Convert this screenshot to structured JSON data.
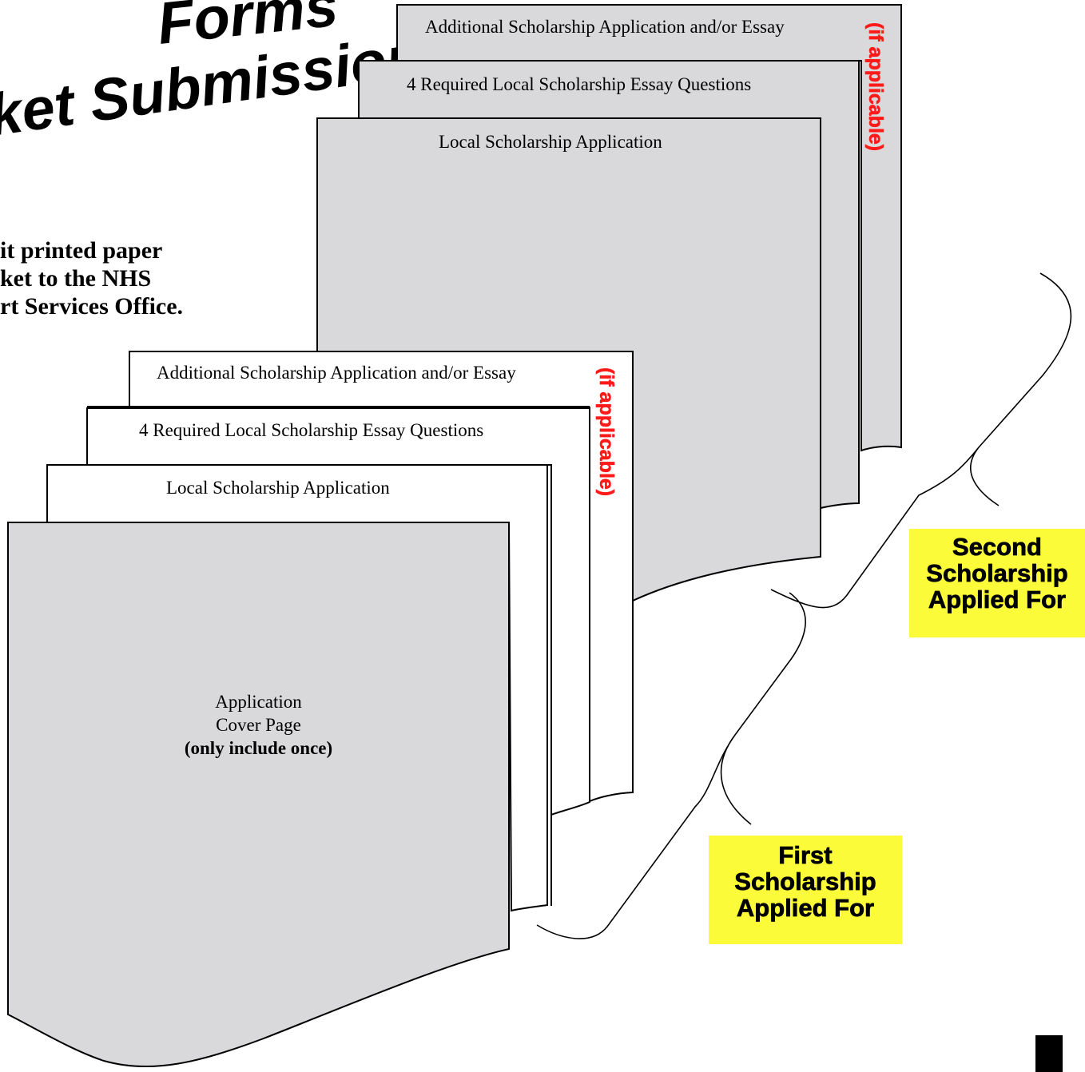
{
  "title": {
    "line1": "Forms",
    "line2": "ket Submission"
  },
  "instruction": {
    "line1": "it printed paper",
    "line2": "ket to the NHS",
    "line3": "rt Services Office."
  },
  "second_stack": {
    "additional": "Additional Scholarship Application and/or Essay",
    "essay": "4 Required Local Scholarship Essay Questions",
    "application": "Local Scholarship Application",
    "if_applicable": "(if applicable)"
  },
  "first_stack": {
    "additional": "Additional Scholarship Application and/or Essay",
    "essay": "4 Required Local Scholarship Essay Questions",
    "application": "Local Scholarship Application",
    "if_applicable": "(if applicable)"
  },
  "cover": {
    "line1": "Application",
    "line2": "Cover Page",
    "line3": "(only include once)"
  },
  "second_label": {
    "line1": "Second",
    "line2": "Scholarship",
    "line3": "Applied For"
  },
  "first_label": {
    "line1": "First",
    "line2": "Scholarship",
    "line3": "Applied For"
  },
  "colors": {
    "gray_page": "#d9d9dc",
    "white_page": "#ffffff",
    "highlight": "#fbfb3a",
    "if_applicable": "#ff1a1a"
  }
}
